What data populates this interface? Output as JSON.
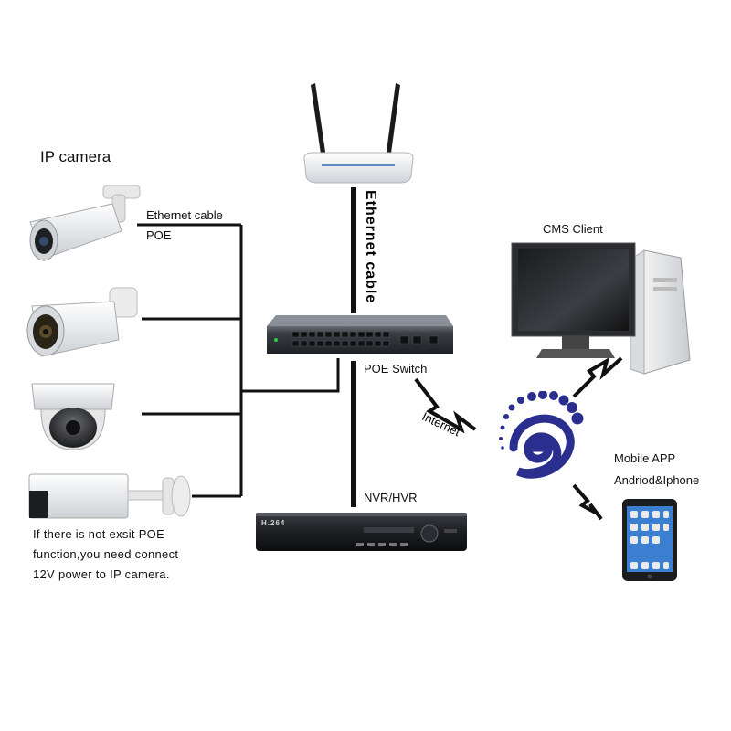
{
  "labels": {
    "ip_camera": "IP camera",
    "ethernet_cable_left": "Ethernet cable",
    "poe": "POE",
    "ethernet_cable_vertical": "Ethernet cable",
    "poe_switch": "POE Switch",
    "nvr_hvr": "NVR/HVR",
    "internet": "Internet",
    "cms_client": "CMS Client",
    "mobile_app": "Mobile APP",
    "android_iphone": "Andriod&Iphone",
    "nvr_badge": "H.264",
    "note_lines": [
      "If there is not exsit POE",
      "function,you need connect",
      "12V power to IP camera."
    ]
  },
  "icons": {
    "router": "wifi-router-icon",
    "switch": "poe-switch-icon",
    "nvr": "nvr-recorder-icon",
    "camera_1": "bullet-camera-icon",
    "camera_2": "bullet-camera-icon",
    "camera_3": "dome-camera-icon",
    "camera_4": "box-camera-icon",
    "computer": "desktop-computer-icon",
    "cloud_logo": "e-cloud-logo-icon",
    "tablet": "tablet-icon"
  },
  "colors": {
    "wire": "#111111",
    "logo": "#2a2f8f",
    "device_dark": "#2b2b2b",
    "camera_white": "#f2f2f2"
  }
}
